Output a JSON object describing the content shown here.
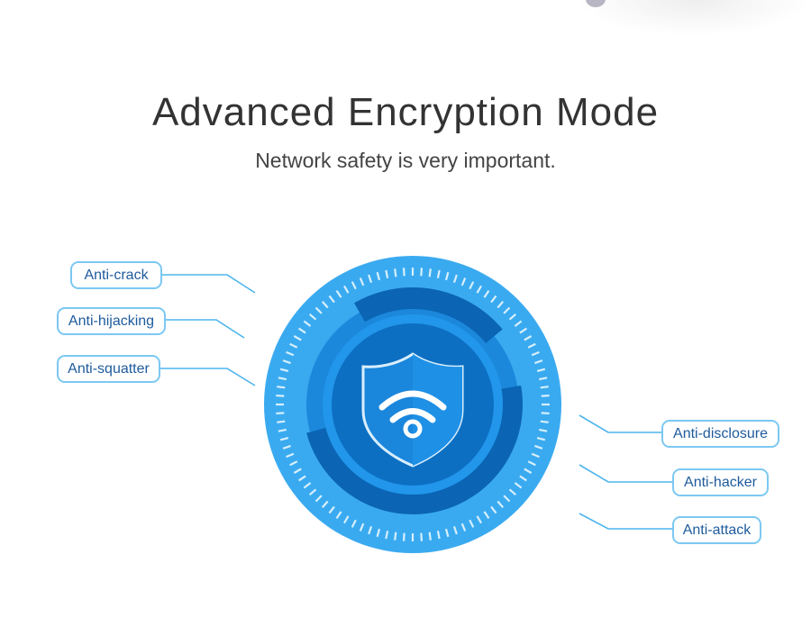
{
  "header": {
    "title": "Advanced Encryption Mode",
    "subtitle": "Network safety is very important."
  },
  "features_left": [
    "Anti-crack",
    "Anti-hijacking",
    "Anti-squatter"
  ],
  "features_right": [
    "Anti-disclosure",
    "Anti-hacker",
    "Anti-attack"
  ],
  "colors": {
    "outer_ring": "#3aaaf0",
    "dark_arc": "#0b64b4",
    "inner": "#1a7fd6",
    "label_border": "#7cc8f2",
    "label_text": "#1e5a9c"
  },
  "icon": "shield-wifi-icon"
}
